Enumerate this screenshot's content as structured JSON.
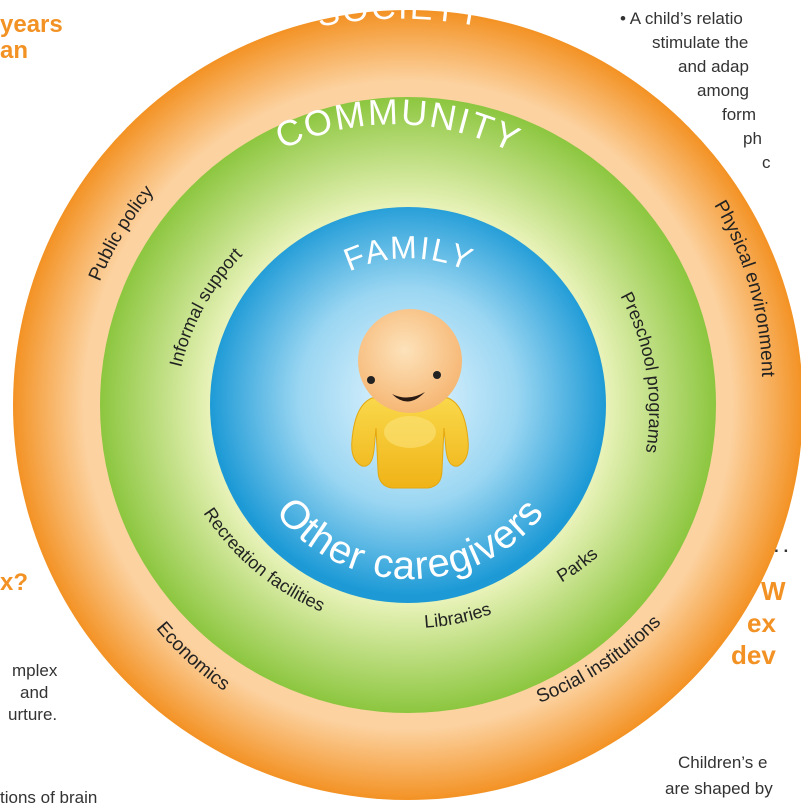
{
  "fragments": {
    "top_left_heading": [
      "years",
      "an"
    ],
    "left_question": "x?",
    "left_body": [
      "mplex",
      "and",
      "urture."
    ],
    "left_bottom": "tions of brain",
    "right_bullet": [
      "• A child’s relatio",
      "stimulate the",
      "and adap",
      "among",
      "form",
      "ph",
      "c"
    ],
    "right_heading": [
      "W",
      "ex",
      "dev"
    ],
    "right_dots": ". .",
    "right_body": [
      "Children’s e",
      "are shaped by"
    ]
  },
  "diagram": {
    "rings": {
      "society": {
        "title": "SOCIETY",
        "labels": [
          "Public policy",
          "Physical environment",
          "Economics",
          "Social institutions"
        ]
      },
      "community": {
        "title": "COMMUNITY",
        "labels": [
          "Informal support",
          "Preschool programs",
          "Recreation facilities",
          "Libraries",
          "Parks"
        ]
      },
      "family": {
        "title": "FAMILY",
        "labels": [
          "Other caregivers"
        ]
      }
    },
    "colors": {
      "society": "#f39224",
      "community": "#8cc63f",
      "family": "#1d9ad6",
      "child_skin": "#f9c98a",
      "child_suit": "#f7c928"
    }
  }
}
